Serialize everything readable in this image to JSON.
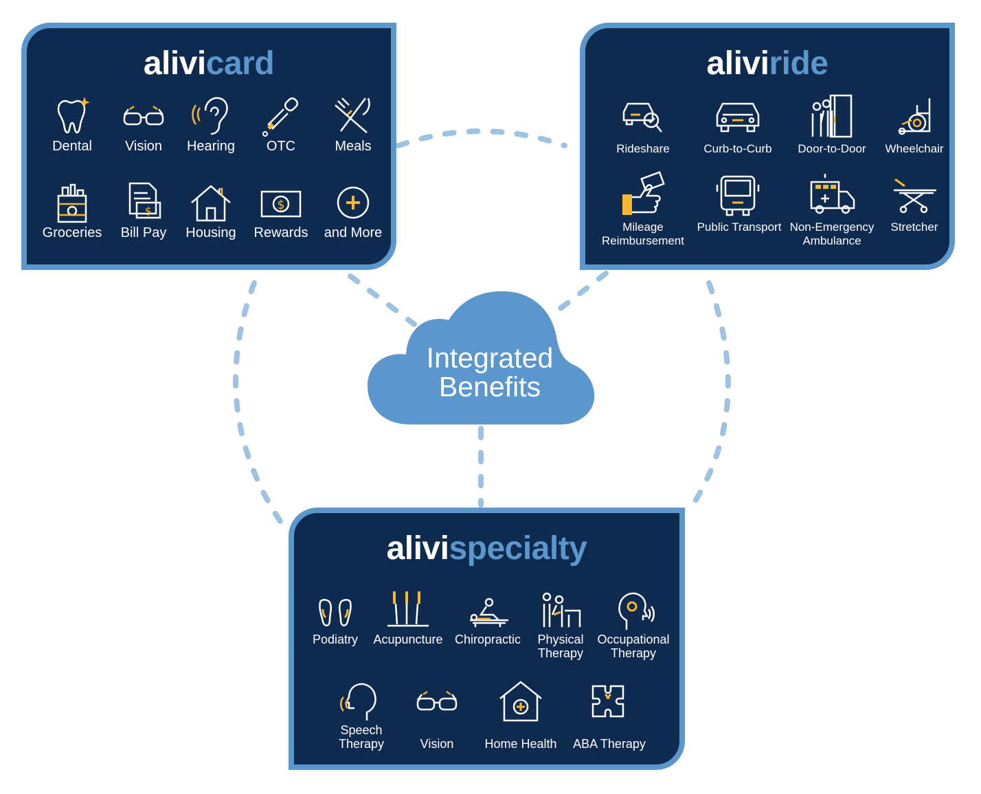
{
  "center": {
    "line1": "Integrated",
    "line2": "Benefits"
  },
  "colors": {
    "navy": "#0f2a4f",
    "blue": "#5b97cc",
    "gold": "#f5b82e",
    "white": "#ffffff"
  },
  "cards": {
    "alivicard": {
      "brand_prefix": "alivi",
      "brand_suffix": "card",
      "items": [
        {
          "label": "Dental",
          "icon": "tooth-icon"
        },
        {
          "label": "Vision",
          "icon": "glasses-icon"
        },
        {
          "label": "Hearing",
          "icon": "ear-icon"
        },
        {
          "label": "OTC",
          "icon": "dropper-icon"
        },
        {
          "label": "Meals",
          "icon": "fork-knife-icon"
        },
        {
          "label": "Groceries",
          "icon": "grocery-bag-icon"
        },
        {
          "label": "Bill Pay",
          "icon": "bill-icon"
        },
        {
          "label": "Housing",
          "icon": "house-icon"
        },
        {
          "label": "Rewards",
          "icon": "cash-icon"
        },
        {
          "label": "and More",
          "icon": "plus-circle-icon"
        }
      ]
    },
    "aliviride": {
      "brand_prefix": "alivi",
      "brand_suffix": "ride",
      "items": [
        {
          "label": "Rideshare",
          "icon": "car-search-icon"
        },
        {
          "label": "Curb-to-Curb",
          "icon": "car-front-icon"
        },
        {
          "label": "Door-to-Door",
          "icon": "door-assist-icon"
        },
        {
          "label": "Wheelchair",
          "icon": "wheelchair-icon"
        },
        {
          "label": "Mileage Reimbursement",
          "icon": "hand-cash-icon"
        },
        {
          "label": "Public Transport",
          "icon": "bus-icon"
        },
        {
          "label": "Non-Emergency Ambulance",
          "icon": "ambulance-icon"
        },
        {
          "label": "Stretcher",
          "icon": "stretcher-icon"
        }
      ]
    },
    "alivispecialty": {
      "brand_prefix": "alivi",
      "brand_suffix": "specialty",
      "items": [
        {
          "label": "Podiatry",
          "icon": "feet-icon"
        },
        {
          "label": "Acupuncture",
          "icon": "needles-icon"
        },
        {
          "label": "Chiropractic",
          "icon": "massage-icon"
        },
        {
          "label": "Physical Therapy",
          "icon": "pt-assist-icon"
        },
        {
          "label": "Occupational Therapy",
          "icon": "head-gear-icon"
        },
        {
          "label": "Speech Therapy",
          "icon": "speech-head-icon"
        },
        {
          "label": "Vision",
          "icon": "glasses-icon"
        },
        {
          "label": "Home Health",
          "icon": "home-health-icon"
        },
        {
          "label": "ABA Therapy",
          "icon": "puzzle-icon"
        }
      ]
    }
  }
}
